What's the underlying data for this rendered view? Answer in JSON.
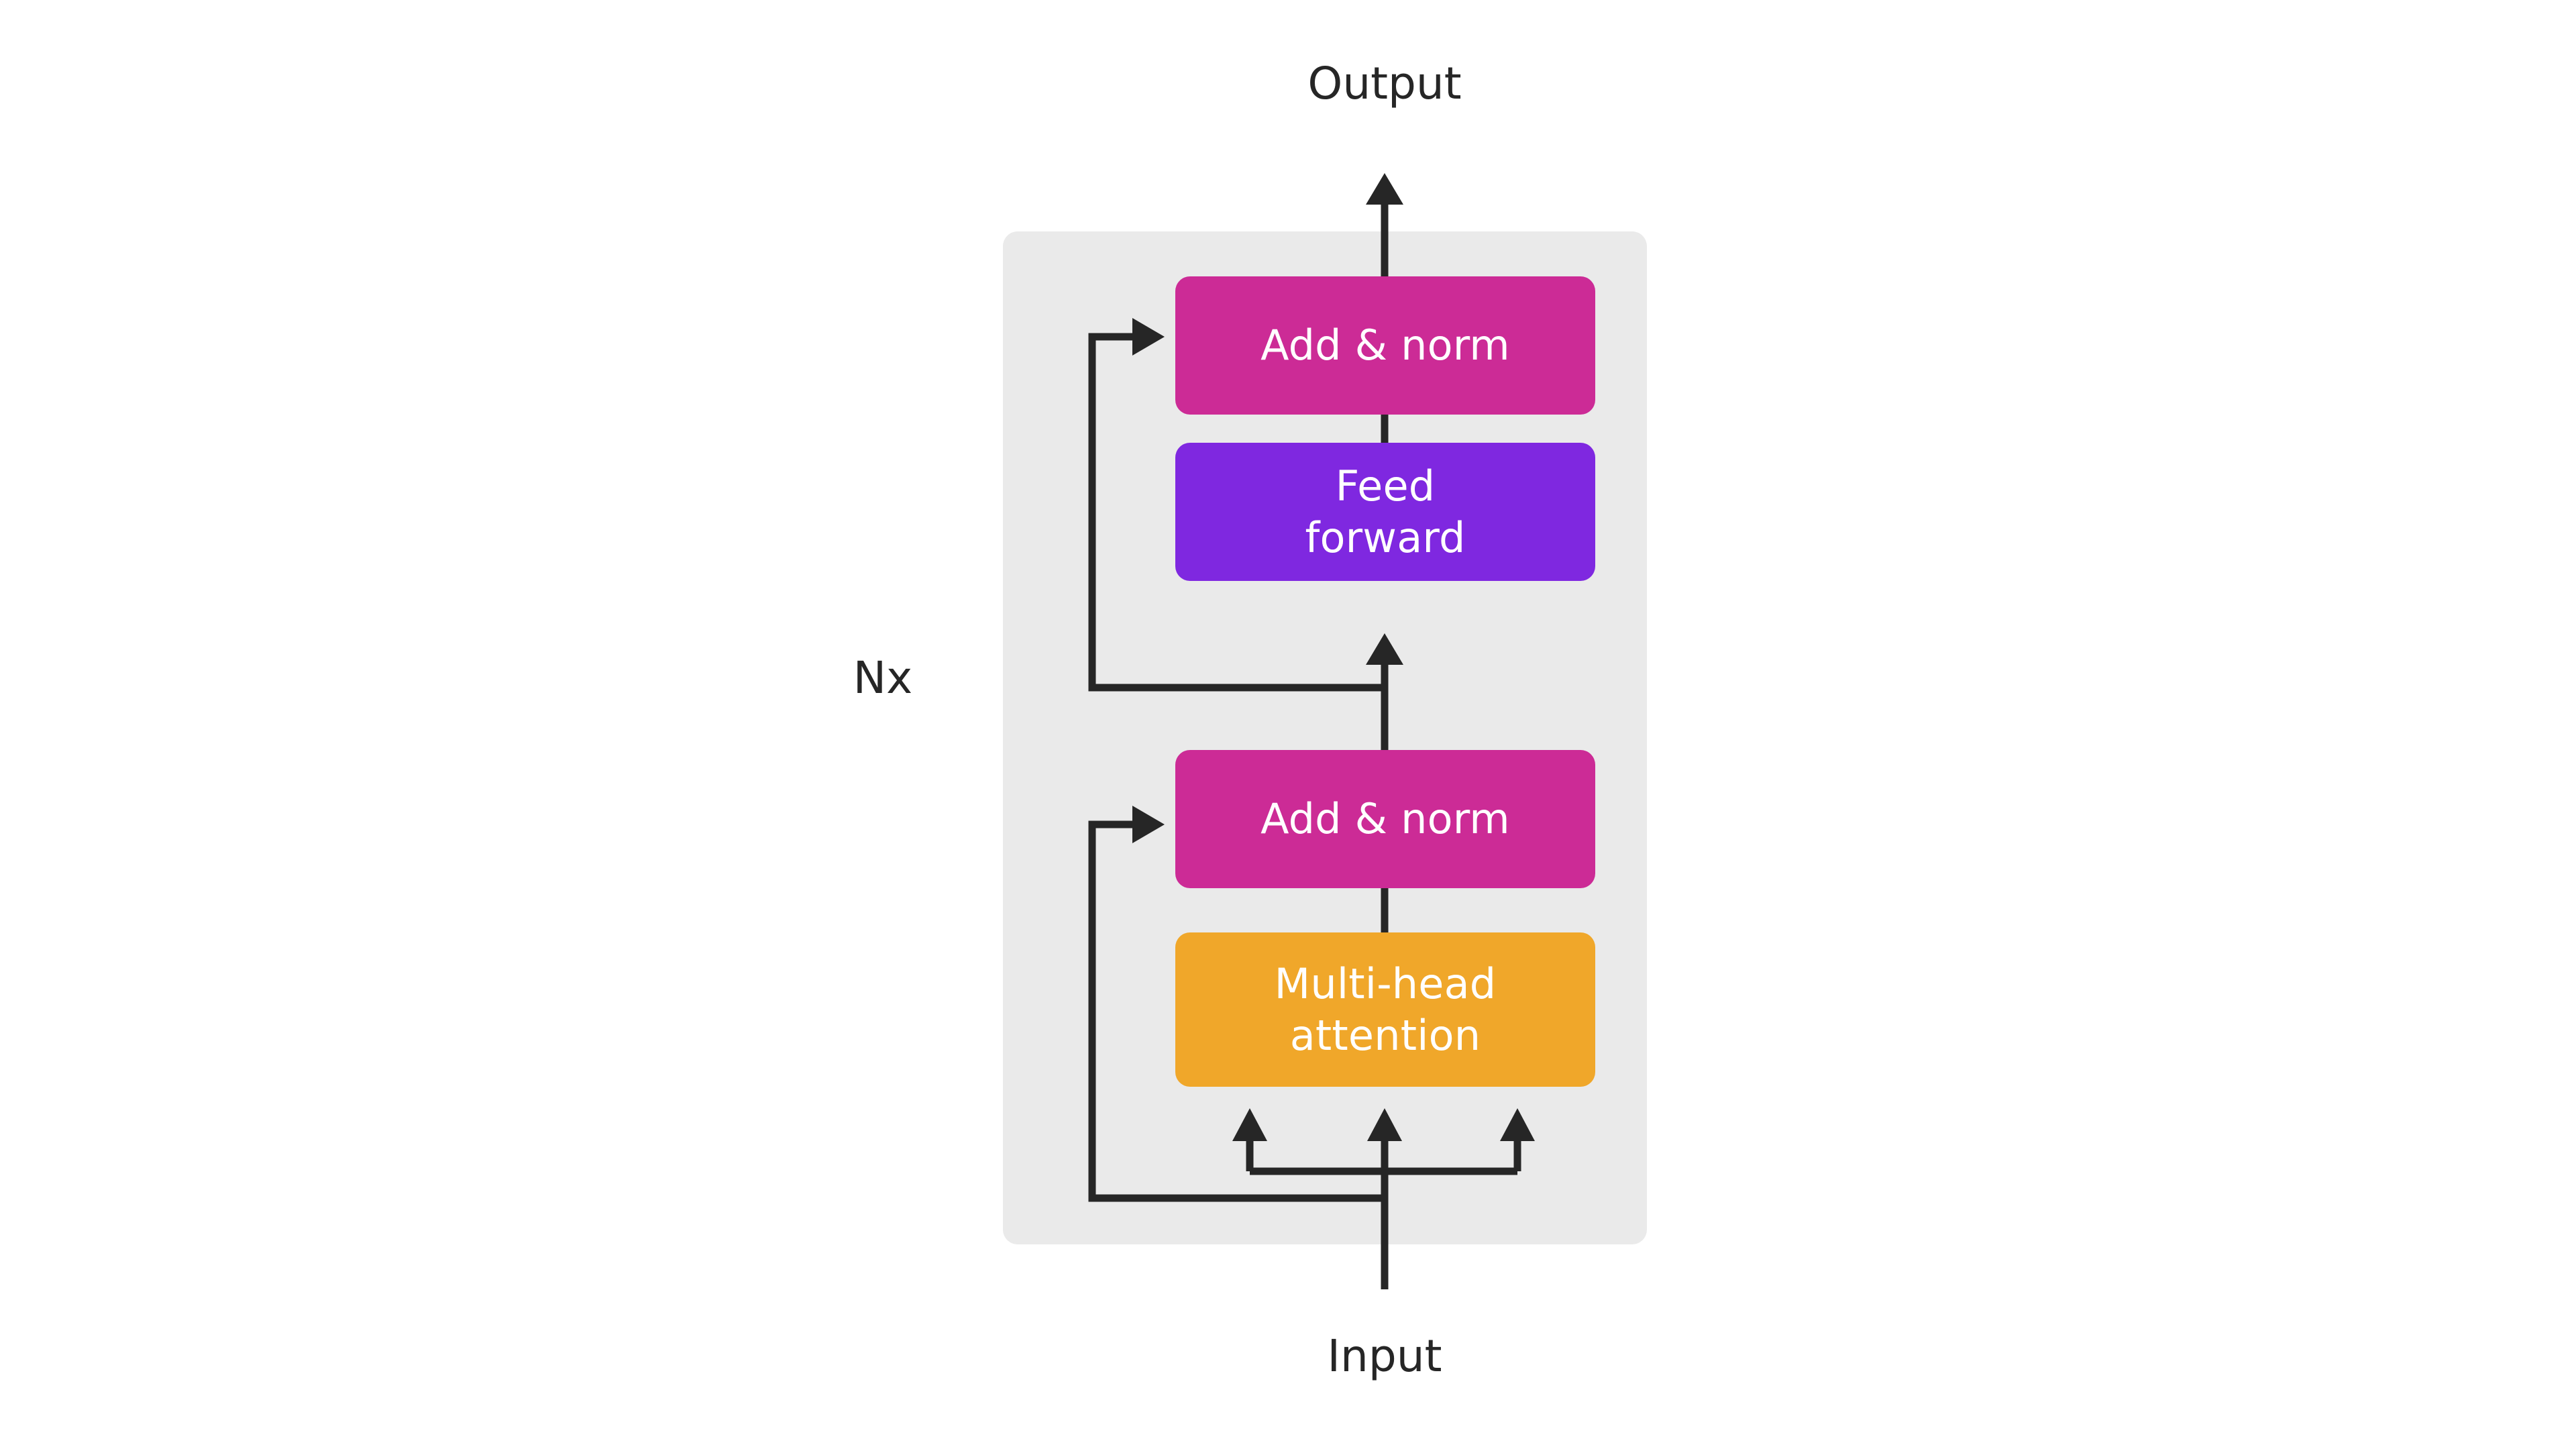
{
  "diagram": {
    "title_top": "Output",
    "title_bottom": "Input",
    "repeat_label": "Nx"
  },
  "colors": {
    "background": "#FFFFFF",
    "container": "#EAEAEA",
    "add_norm": "#CC2B96",
    "feed_forward": "#7F28E0",
    "multi_head_attention": "#F0A72A",
    "wire": "#262626",
    "block_text": "#FFFFFF",
    "label_text": "#262626"
  },
  "blocks": [
    {
      "id": "add-norm-top",
      "label": "Add & norm",
      "color": "#CC2B96"
    },
    {
      "id": "feed-forward",
      "label": "Feed\nforward",
      "color": "#7F28E0"
    },
    {
      "id": "add-norm-bottom",
      "label": "Add & norm",
      "color": "#CC2B96"
    },
    {
      "id": "multi-head",
      "label": "Multi-head\nattention",
      "color": "#F0A72A"
    }
  ],
  "connections": [
    {
      "id": "output-arrow",
      "from": "add-norm-top",
      "to": "Output",
      "kind": "arrow-up"
    },
    {
      "id": "feed-forward-to-add",
      "from": "feed-forward",
      "to": "add-norm-top",
      "kind": "line-up"
    },
    {
      "id": "trunk-to-feed-forward",
      "from": "add-norm-bottom",
      "to": "feed-forward",
      "kind": "arrow-up"
    },
    {
      "id": "residual-top",
      "from": "trunk",
      "to": "add-norm-top",
      "kind": "skip-arrow"
    },
    {
      "id": "attention-to-add",
      "from": "multi-head",
      "to": "add-norm-bottom",
      "kind": "line-up"
    },
    {
      "id": "qkv-left",
      "from": "Input",
      "to": "multi-head",
      "kind": "arrow-up"
    },
    {
      "id": "qkv-center",
      "from": "Input",
      "to": "multi-head",
      "kind": "arrow-up"
    },
    {
      "id": "qkv-right",
      "from": "Input",
      "to": "multi-head",
      "kind": "arrow-up"
    },
    {
      "id": "residual-bottom",
      "from": "Input",
      "to": "add-norm-bottom",
      "kind": "skip-arrow"
    }
  ]
}
